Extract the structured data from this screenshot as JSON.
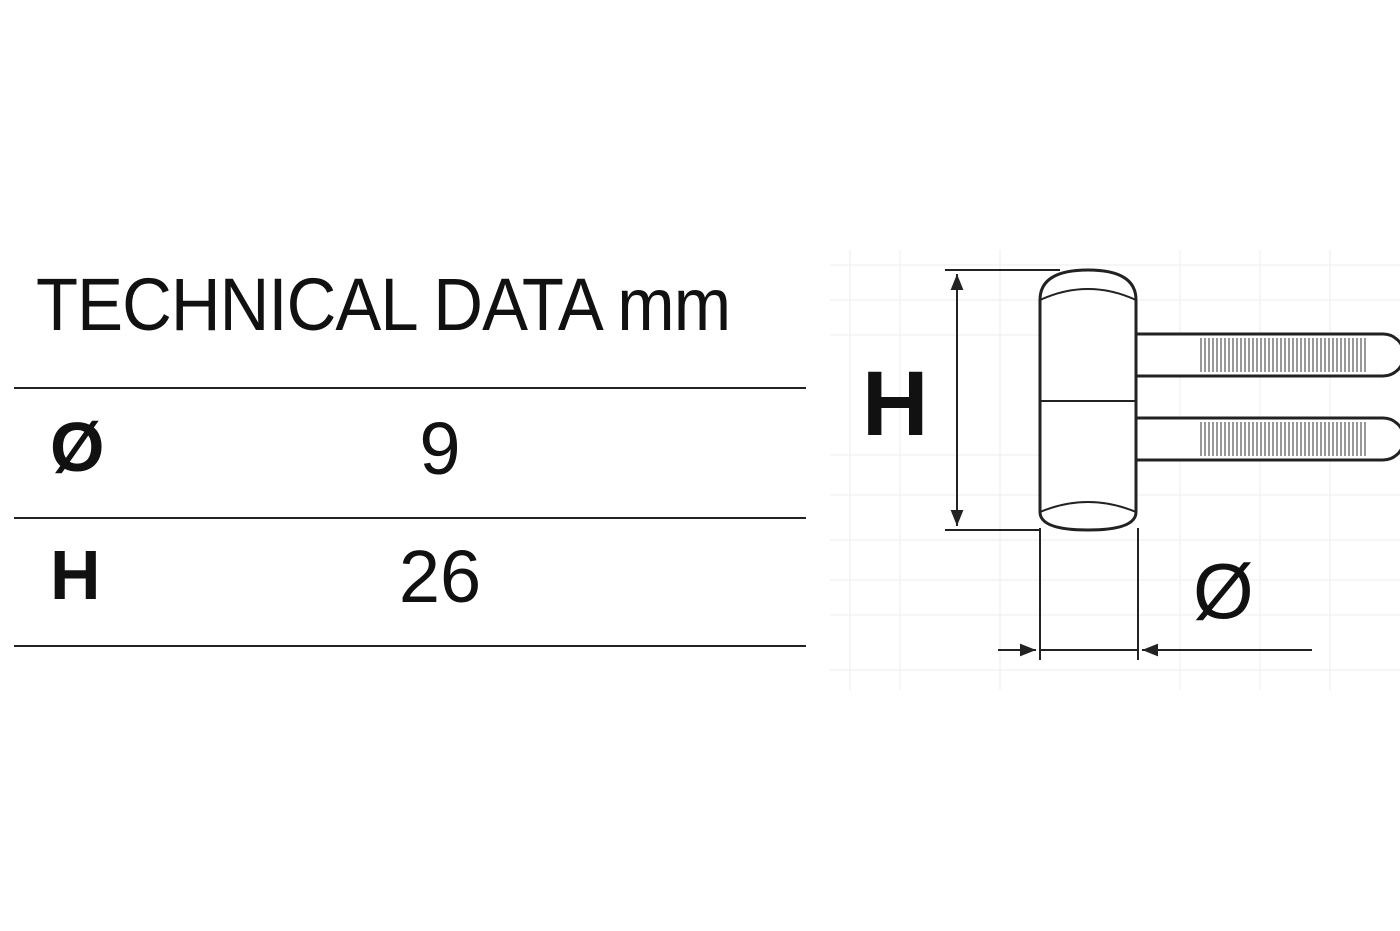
{
  "table": {
    "title": "TECHNICAL DATA mm",
    "rows": [
      {
        "symbol": "Ø",
        "value": "9"
      },
      {
        "symbol": "H",
        "value": "26"
      }
    ]
  },
  "drawing": {
    "height_label": "H",
    "diameter_label": "Ø"
  }
}
